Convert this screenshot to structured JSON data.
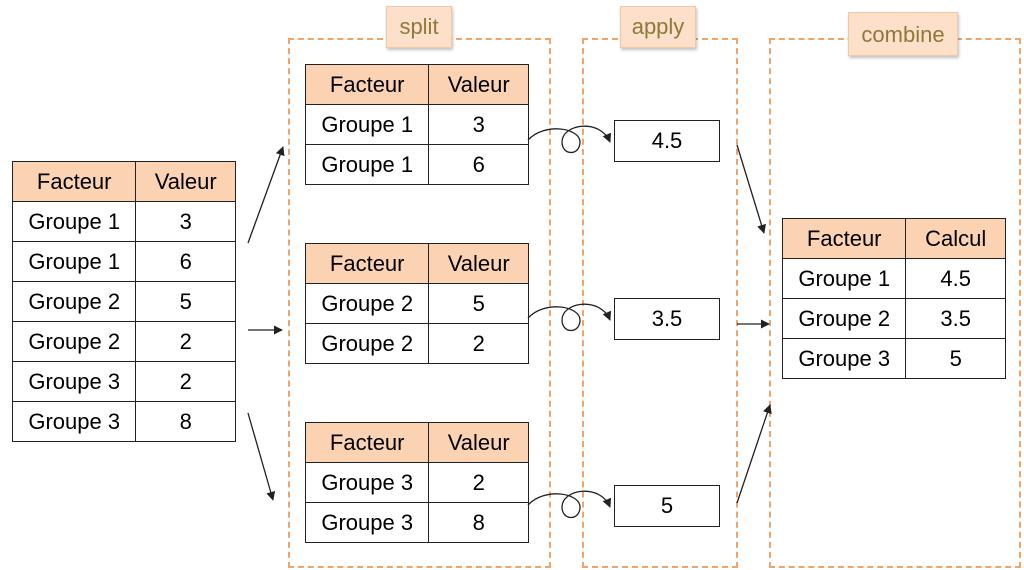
{
  "stages": {
    "split": "split",
    "apply": "apply",
    "combine": "combine"
  },
  "source_table": {
    "headers": [
      "Facteur",
      "Valeur"
    ],
    "rows": [
      [
        "Groupe 1",
        "3"
      ],
      [
        "Groupe 1",
        "6"
      ],
      [
        "Groupe 2",
        "5"
      ],
      [
        "Groupe 2",
        "2"
      ],
      [
        "Groupe 3",
        "2"
      ],
      [
        "Groupe 3",
        "8"
      ]
    ]
  },
  "split_tables": [
    {
      "headers": [
        "Facteur",
        "Valeur"
      ],
      "rows": [
        [
          "Groupe 1",
          "3"
        ],
        [
          "Groupe 1",
          "6"
        ]
      ]
    },
    {
      "headers": [
        "Facteur",
        "Valeur"
      ],
      "rows": [
        [
          "Groupe 2",
          "5"
        ],
        [
          "Groupe 2",
          "2"
        ]
      ]
    },
    {
      "headers": [
        "Facteur",
        "Valeur"
      ],
      "rows": [
        [
          "Groupe 3",
          "2"
        ],
        [
          "Groupe 3",
          "8"
        ]
      ]
    }
  ],
  "apply_results": [
    "4.5",
    "3.5",
    "5"
  ],
  "combine_table": {
    "headers": [
      "Facteur",
      "Calcul"
    ],
    "rows": [
      [
        "Groupe 1",
        "4.5"
      ],
      [
        "Groupe 2",
        "3.5"
      ],
      [
        "Groupe 3",
        "5"
      ]
    ]
  },
  "colors": {
    "header_fill": "#fbd3b3",
    "dashed_border": "#f0a46a",
    "tab_fill": "#fce0c9",
    "tab_text": "#8b7a3a"
  }
}
